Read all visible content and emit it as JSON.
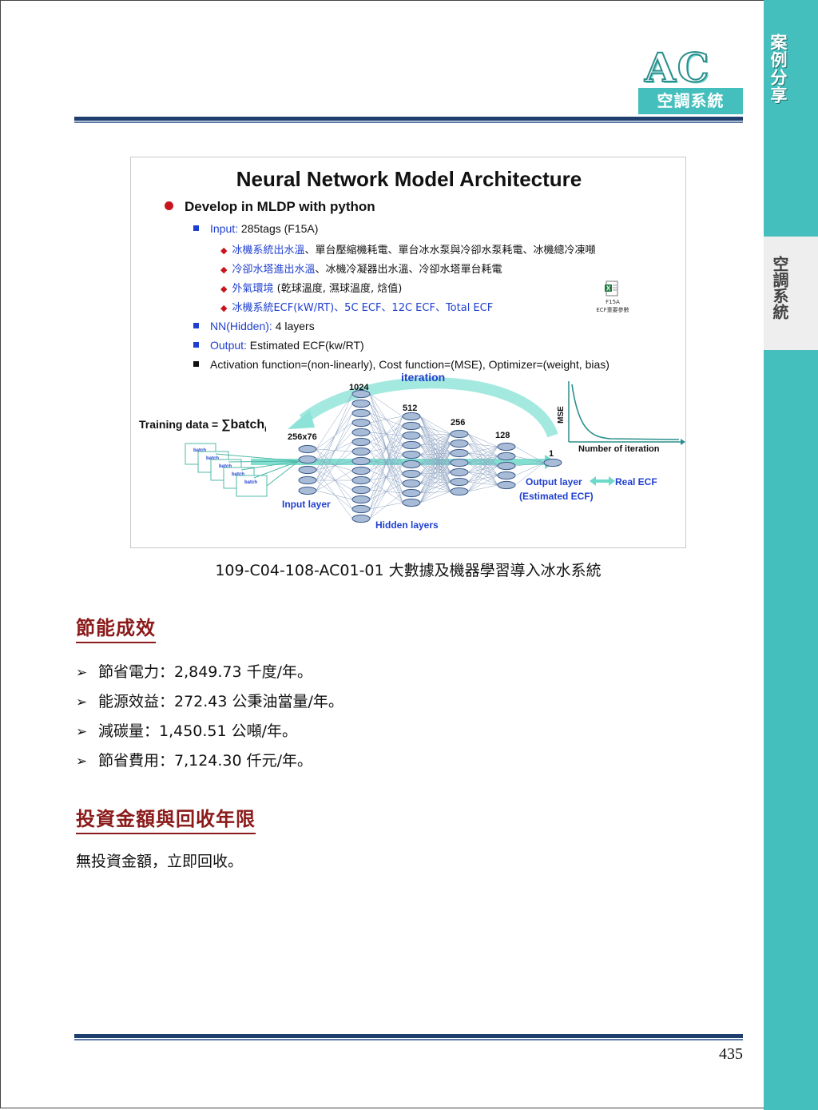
{
  "side_tab": {
    "section": "案例分享",
    "active_label": "空調系統"
  },
  "header": {
    "logo_letters": "AC",
    "logo_subtitle": "空調系統"
  },
  "slide": {
    "title": "Neural Network Model Architecture",
    "main_bullet": "Develop in MLDP with python",
    "input": {
      "key": "Input:",
      "value": " 285tags (F15A)"
    },
    "input_items": [
      {
        "highlight": "冰機系統出水溫",
        "rest": "、單台壓縮機耗電、單台冰水泵與冷卻水泵耗電、冰機總冷凍噸"
      },
      {
        "highlight": "冷卻水塔進出水溫",
        "rest": "、冰機冷凝器出水溫、冷卻水塔單台耗電"
      },
      {
        "highlight": "外氣環境",
        "rest": " (乾球溫度, 濕球溫度, 焓值)"
      },
      {
        "highlight": "冰機系統ECF(kW/RT)、5C ECF、12C ECF、Total ECF",
        "rest": ""
      }
    ],
    "hidden": {
      "key": "NN(Hidden):",
      "value": " 4 layers"
    },
    "output": {
      "key": "Output:",
      "value": " Estimated ECF(kw/RT)"
    },
    "activation": "Activation function=(non-linearly), Cost function=(MSE), Optimizer=(weight, bias)",
    "attachment": {
      "icon": "excel-file-icon",
      "name": "F15A",
      "desc": "ECF重要參數"
    },
    "diagram": {
      "training_data_label": "Training data = ",
      "training_data_sum": "∑batch",
      "training_data_sub": "i",
      "batch_label": "batch",
      "iteration_label": "iteration",
      "layer_sizes": [
        "256x76",
        "1024",
        "512",
        "256",
        "128",
        "1"
      ],
      "input_layer_label": "Input layer",
      "hidden_layers_label": "Hidden layers",
      "output_layer_label": "Output layer",
      "output_estimate_label": "(Estimated ECF)",
      "real_ecf_label": "Real ECF",
      "mse_label": "MSE",
      "mse_x_label": "Number of iteration",
      "colors": {
        "node": "#a8bcd8",
        "node_stroke": "#3b5a8a",
        "arrow": "#6ed9c9",
        "label_blue": "#1f3fd0",
        "curve": "#2a8f8c"
      }
    }
  },
  "caption": "109-C04-108-AC01-01  大數據及機器學習導入冰水系統",
  "savings": {
    "heading": "節能成效",
    "items": [
      "節省電力：2,849.73 千度/年。",
      "能源效益：272.43 公秉油當量/年。",
      "減碳量：1,450.51 公噸/年。",
      "節省費用：7,124.30 仟元/年。"
    ]
  },
  "investment": {
    "heading": "投資金額與回收年限",
    "text": "無投資金額，立即回收。"
  },
  "page_number": "435",
  "colors": {
    "teal": "#45bfbd",
    "heading_red": "#8b1a1a",
    "rule_navy": "#1f3f6e",
    "bullet_red": "#c8141c",
    "bullet_blue": "#1f3fd0"
  }
}
